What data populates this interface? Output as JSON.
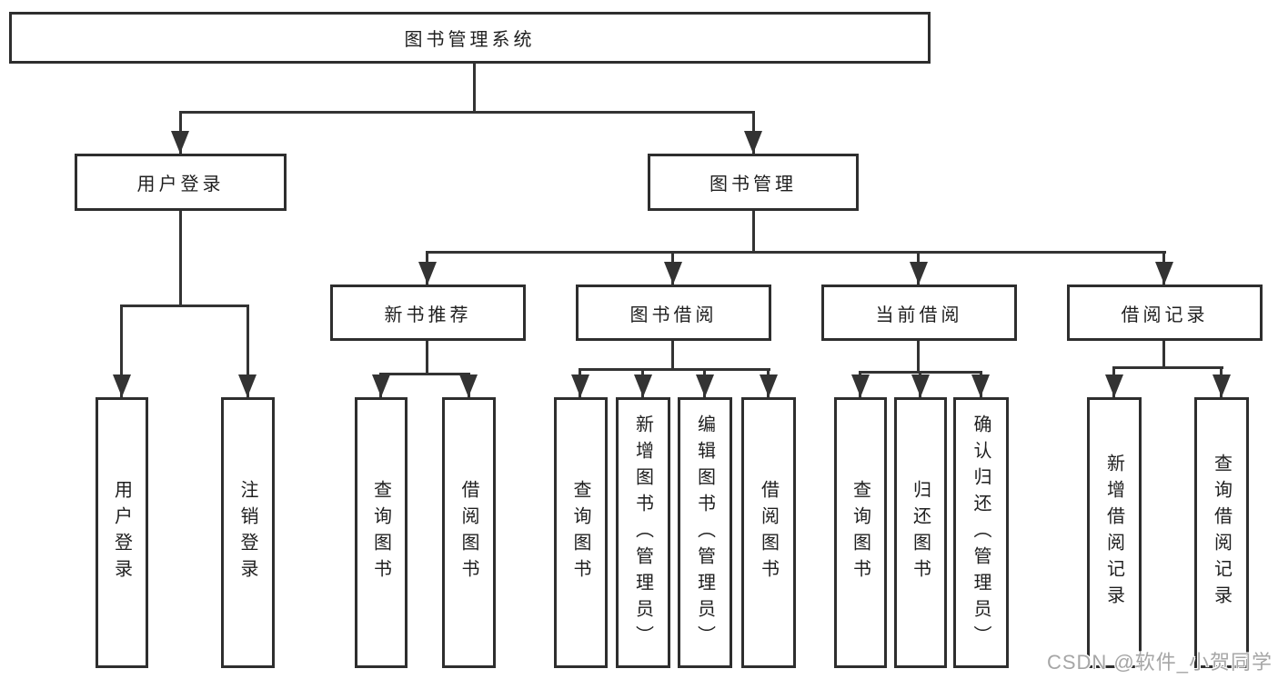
{
  "diagram": {
    "root": {
      "label": "图书管理系统"
    },
    "branches": [
      {
        "label": "用户登录",
        "children": [
          {
            "label": "用户登录"
          },
          {
            "label": "注销登录"
          }
        ]
      },
      {
        "label": "图书管理",
        "children": [
          {
            "label": "新书推荐",
            "children": [
              {
                "label": "查询图书"
              },
              {
                "label": "借阅图书"
              }
            ]
          },
          {
            "label": "图书借阅",
            "children": [
              {
                "label": "查询图书"
              },
              {
                "label": "新增图书（管理员）"
              },
              {
                "label": "编辑图书（管理员）"
              },
              {
                "label": "借阅图书"
              }
            ]
          },
          {
            "label": "当前借阅",
            "children": [
              {
                "label": "查询图书"
              },
              {
                "label": "归还图书"
              },
              {
                "label": "确认归还（管理员）"
              }
            ]
          },
          {
            "label": "借阅记录",
            "children": [
              {
                "label": "新增借阅记录"
              },
              {
                "label": "查询借阅记录"
              }
            ]
          }
        ]
      }
    ]
  },
  "watermark": {
    "text": "CSDN @软件_小贺同学"
  },
  "colors": {
    "line": "#333333",
    "box_border": "#2e2e2e",
    "text": "#1f1f1f",
    "background": "#ffffff",
    "watermark": "#a6a6a6"
  }
}
